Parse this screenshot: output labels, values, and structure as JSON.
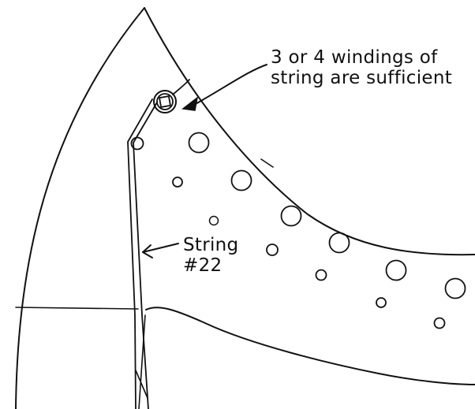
{
  "annotations": {
    "windings": {
      "line1": "3 or 4 windings of",
      "line2": "string are sufficient"
    },
    "string": {
      "line1": "String",
      "line2": "#22"
    }
  },
  "colors": {
    "ink": "#111111",
    "background": "#ffffff"
  }
}
